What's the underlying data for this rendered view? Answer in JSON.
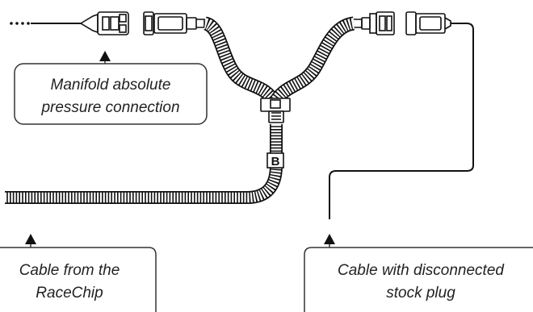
{
  "diagram": {
    "callouts": {
      "manifold": {
        "line1": "Manifold absolute",
        "line2": "pressure connection"
      },
      "racechip": {
        "line1": "Cable from the",
        "line2": "RaceChip"
      },
      "stock": {
        "line1": "Cable with disconnected",
        "line2": "stock plug"
      }
    },
    "junction_label": "B",
    "colors": {
      "line": "#111111",
      "background": "#ffffff",
      "callout_border": "#333333"
    }
  }
}
